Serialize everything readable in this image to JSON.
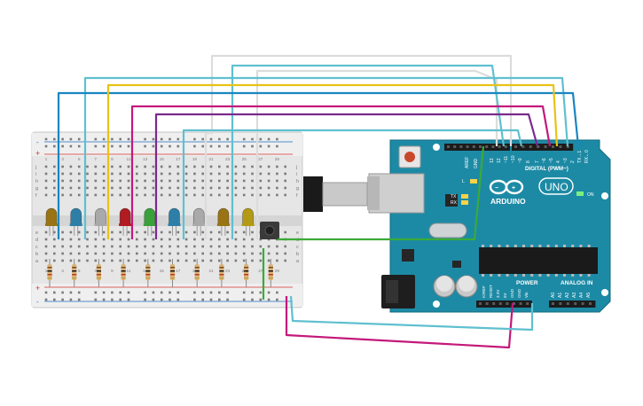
{
  "board": {
    "name": "ARDUINO",
    "model": "UNO",
    "digital_label": "DIGITAL (PWM~)",
    "power_label": "POWER",
    "analog_label": "ANALOG IN",
    "on_label": "ON",
    "l_label": "L",
    "tx_label": "TX",
    "rx_label": "RX",
    "aref_label": "AREF",
    "gnd_label": "GND",
    "digital_pins": [
      "13",
      "12",
      "~11",
      "~10",
      "~9",
      "8",
      "7",
      "~6",
      "~5",
      "4",
      "~3",
      "2",
      "TX→1",
      "RX←0"
    ],
    "power_pins": [
      "IOREF",
      "RESET",
      "3.3V",
      "5V",
      "GND",
      "GND",
      "Vin"
    ],
    "analog_pins": [
      "A0",
      "A1",
      "A2",
      "A3",
      "A4",
      "A5"
    ]
  },
  "breadboard": {
    "row_letters_top": [
      "j",
      "i",
      "h",
      "g",
      "f"
    ],
    "row_letters_bottom": [
      "e",
      "d",
      "c",
      "b",
      "a"
    ],
    "column_numbers": [
      "1",
      "3",
      "5",
      "7",
      "9",
      "11",
      "13",
      "15",
      "17",
      "19",
      "21",
      "23",
      "25",
      "27",
      "29"
    ],
    "rail_plus": "+",
    "rail_minus": "-"
  },
  "leds": [
    {
      "color": "#9a7414"
    },
    {
      "color": "#2d7fa8"
    },
    {
      "color": "#a9a9a9"
    },
    {
      "color": "#b11b21"
    },
    {
      "color": "#3aa13a"
    },
    {
      "color": "#2d7fa8"
    },
    {
      "color": "#a9a9a9"
    },
    {
      "color": "#9a7414"
    },
    {
      "color": "#b39a14"
    }
  ],
  "wire_colors": {
    "white": "#dcdcdc",
    "cyan": "#5fc0d0",
    "blue": "#1a86c0",
    "yellow": "#e9c216",
    "magenta": "#c4197a",
    "purple": "#7a2a8e",
    "green": "#3aaa3a"
  }
}
